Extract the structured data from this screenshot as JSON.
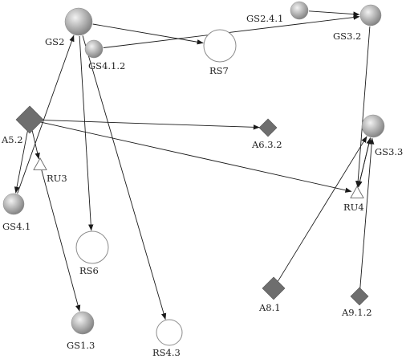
{
  "diagram": {
    "nodes": [
      {
        "id": "GS2",
        "label": "GS2",
        "shape": "sphere"
      },
      {
        "id": "GS4.1.2",
        "label": "GS4.1.2",
        "shape": "sphere"
      },
      {
        "id": "RS7",
        "label": "RS7",
        "shape": "ring"
      },
      {
        "id": "GS2.4.1",
        "label": "GS2.4.1",
        "shape": "sphere"
      },
      {
        "id": "GS3.2",
        "label": "GS3.2",
        "shape": "sphere"
      },
      {
        "id": "A5.2",
        "label": "A5.2",
        "shape": "diamond"
      },
      {
        "id": "A6.3.2",
        "label": "A6.3.2",
        "shape": "diamond"
      },
      {
        "id": "RU3",
        "label": "RU3",
        "shape": "triangle"
      },
      {
        "id": "GS3.3",
        "label": "GS3.3",
        "shape": "sphere"
      },
      {
        "id": "RU4",
        "label": "RU4",
        "shape": "triangle"
      },
      {
        "id": "GS4.1",
        "label": "GS4.1",
        "shape": "sphere"
      },
      {
        "id": "RS6",
        "label": "RS6",
        "shape": "ring"
      },
      {
        "id": "A8.1",
        "label": "A8.1",
        "shape": "diamond"
      },
      {
        "id": "A9.1.2",
        "label": "A9.1.2",
        "shape": "diamond"
      },
      {
        "id": "GS1.3",
        "label": "GS1.3",
        "shape": "sphere"
      },
      {
        "id": "RS4.3",
        "label": "RS4.3",
        "shape": "ring"
      }
    ],
    "edges": [
      {
        "from": "GS2",
        "to": "RS7"
      },
      {
        "from": "GS4.1.2",
        "to": "GS3.2"
      },
      {
        "from": "GS2.4.1",
        "to": "GS3.2"
      },
      {
        "from": "GS3.2",
        "to": "RU4"
      },
      {
        "from": "GS3.3",
        "to": "RU4"
      },
      {
        "from": "RU4",
        "to": "GS3.3"
      },
      {
        "from": "A8.1",
        "to": "GS3.3"
      },
      {
        "from": "A9.1.2",
        "to": "GS3.3"
      },
      {
        "from": "A5.2",
        "to": "A6.3.2"
      },
      {
        "from": "A5.2",
        "to": "RU4"
      },
      {
        "from": "A5.2",
        "to": "RU3"
      },
      {
        "from": "A5.2",
        "to": "GS4.1"
      },
      {
        "from": "GS4.1",
        "to": "GS2"
      },
      {
        "from": "GS2",
        "to": "RS6"
      },
      {
        "from": "GS2",
        "to": "RS4.3"
      },
      {
        "from": "RU3",
        "to": "GS1.3"
      }
    ]
  }
}
